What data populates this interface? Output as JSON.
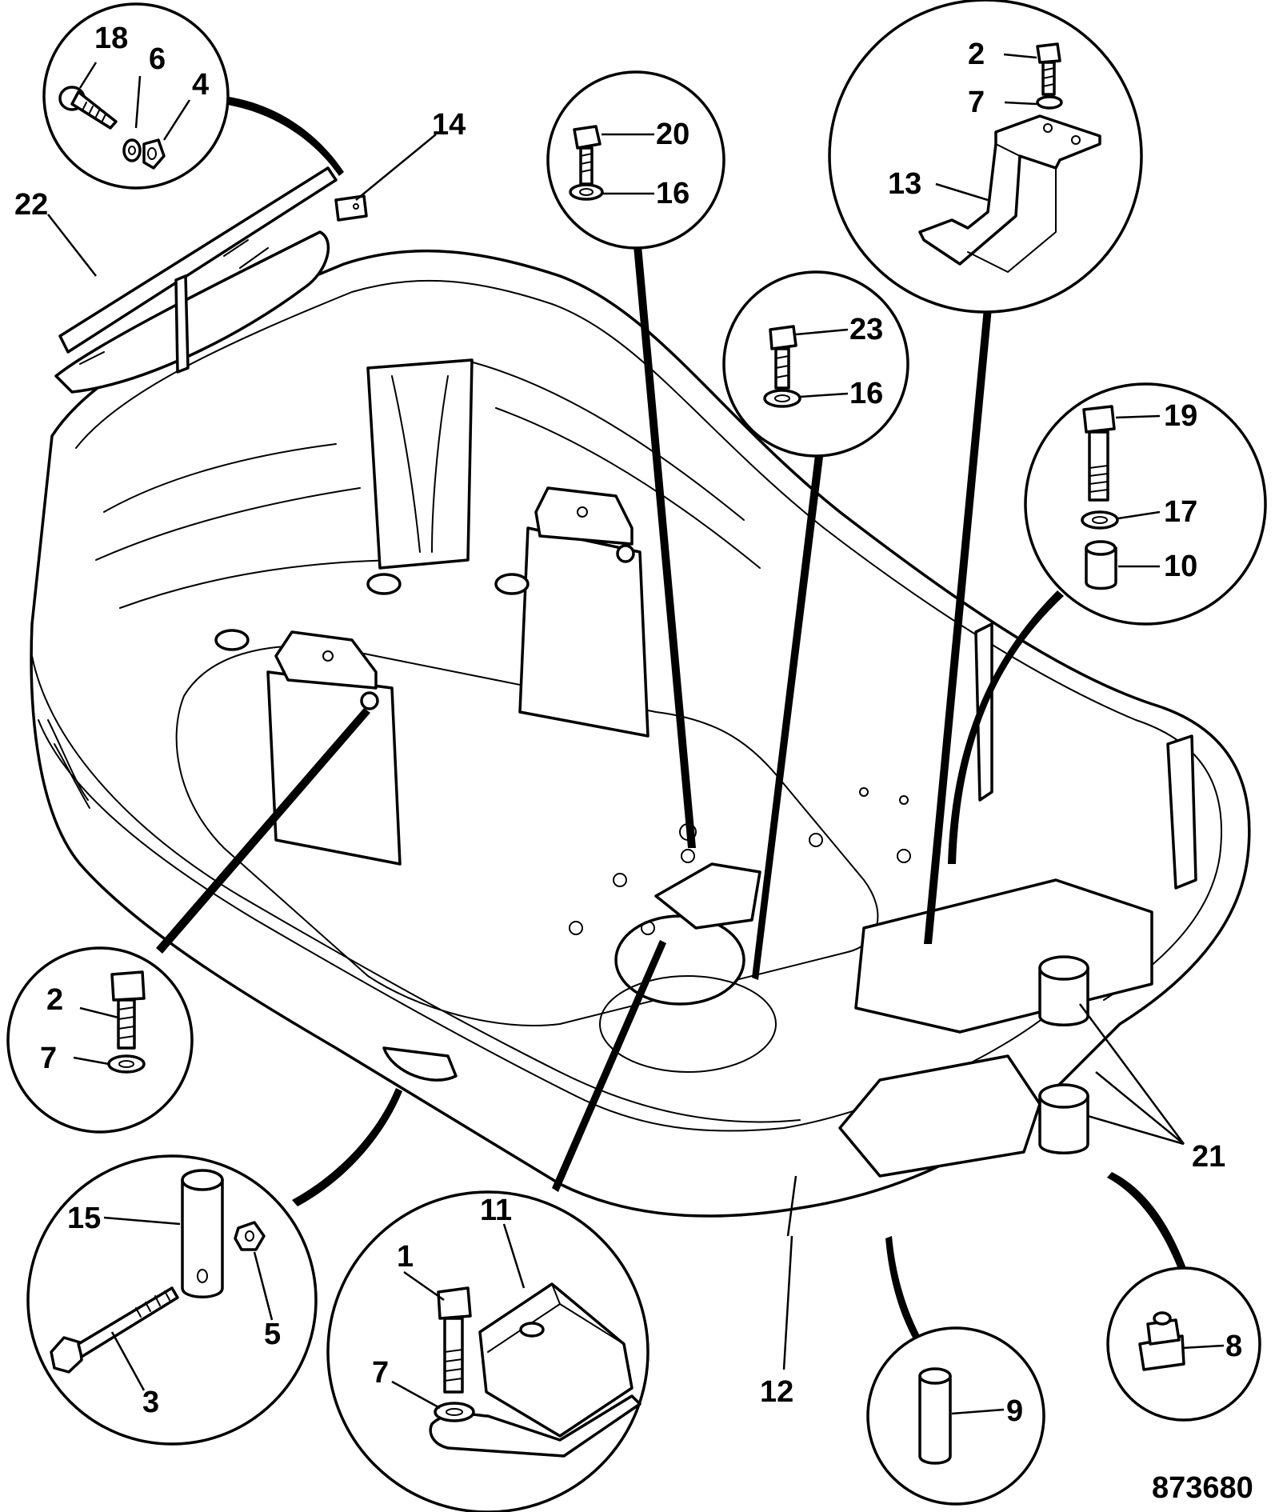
{
  "figure_number": "873680",
  "callouts": [
    "1",
    "2",
    "3",
    "4",
    "5",
    "6",
    "7",
    "8",
    "9",
    "10",
    "11",
    "12",
    "13",
    "14",
    "15",
    "16",
    "17",
    "18",
    "19",
    "20",
    "21",
    "22",
    "23"
  ],
  "detail_bubbles": {
    "top_left": [
      "18",
      "6",
      "4"
    ],
    "top_center": [
      "20",
      "16"
    ],
    "center": [
      "23",
      "16"
    ],
    "top_right": [
      "2",
      "7",
      "13"
    ],
    "right": [
      "19",
      "17",
      "10"
    ],
    "mid_left": [
      "2",
      "7"
    ],
    "bottom_left": [
      "15",
      "5",
      "3"
    ],
    "bottom_center": [
      "1",
      "11",
      "7"
    ],
    "bottom_right_pin": [
      "9"
    ],
    "bottom_right_fitting": [
      "8"
    ]
  },
  "main_labels": [
    "22",
    "14",
    "12",
    "21"
  ]
}
